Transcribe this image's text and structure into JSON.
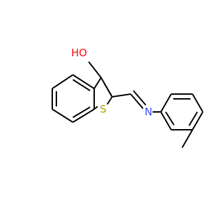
{
  "molecule": {
    "atoms": {
      "hydroxyl": {
        "label": "HO",
        "color": "#ff0d0d"
      },
      "sulfur": {
        "label": "S",
        "color": "#b8a000"
      },
      "nitrogen": {
        "label": "N",
        "color": "#3050f8"
      }
    },
    "bond_color": "#000000",
    "background": "#ffffff"
  }
}
